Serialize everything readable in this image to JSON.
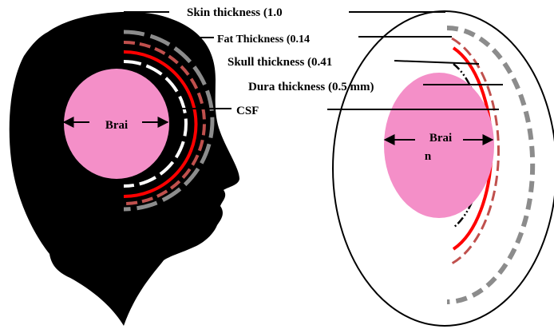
{
  "labels": {
    "skin": "Skin thickness (1.0",
    "fat": "Fat Thickness (0.14",
    "skull": "Skull thickness (0.41",
    "dura": "Dura thickness (0.5 mm)",
    "csf": "CSF",
    "brain_left": "Brai",
    "brain_right_line1": "Brai",
    "brain_right_line2": "n"
  },
  "colors": {
    "head": "#000000",
    "brain": "#f48fc8",
    "skin_layer": "#8c8c8c",
    "fat_layer": "#c0504d",
    "skull_layer": "#ff0000",
    "csf_layer": "#ffffff",
    "outline": "#000000"
  }
}
